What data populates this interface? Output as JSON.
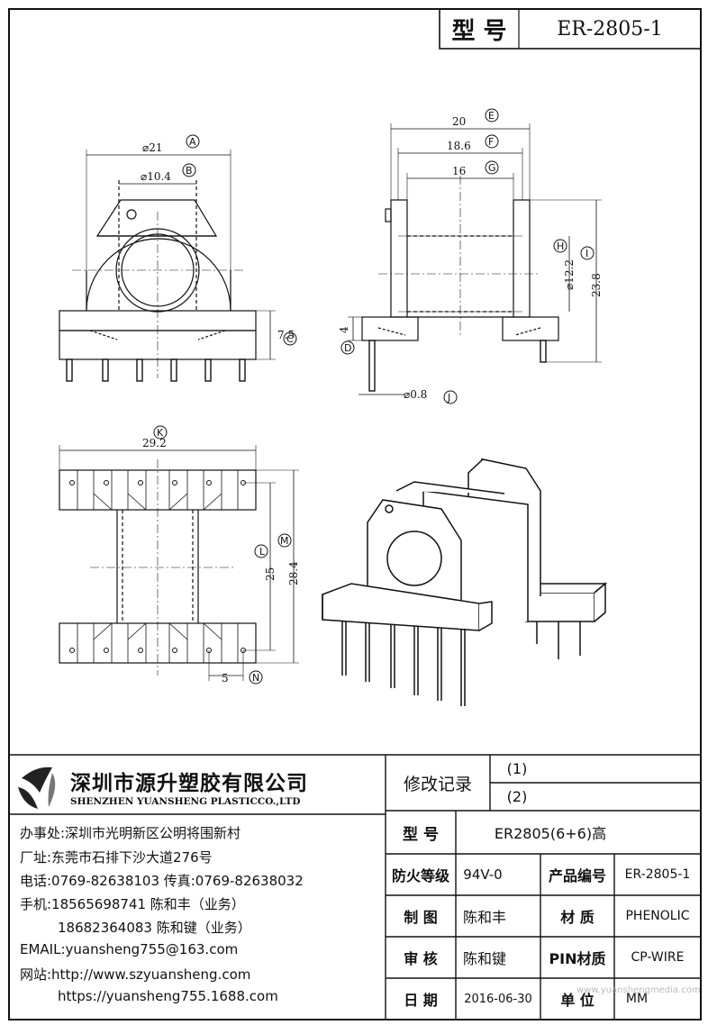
{
  "header": {
    "type_label": "型 号",
    "model": "ER-2805-1"
  },
  "dimensions": {
    "d21": "⌀21",
    "d10_4": "⌀10.4",
    "h7_5": "7.5",
    "w20": "20",
    "w18_6": "18.6",
    "w16": "16",
    "d12_2": "⌀12.2",
    "h23_8": "23.8",
    "h4": "4",
    "pin0_8": "⌀0.8",
    "w29_2": "29.2",
    "h25": "25",
    "h28_4": "28.4",
    "p5": "5"
  },
  "markers": [
    "A",
    "B",
    "C",
    "D",
    "E",
    "F",
    "G",
    "H",
    "I",
    "J",
    "K",
    "L",
    "M",
    "N"
  ],
  "company": {
    "name_cn": "深圳市源升塑胶有限公司",
    "name_en": "SHENZHEN YUANSHENG PLASTICCO.,LTD",
    "office": "办事处:深圳市光明新区公明将围新村",
    "factory": "厂址:东莞市石排下沙大道276号",
    "phone": "电话:0769-82638103 传真:0769-82638032",
    "mobile1": "手机:18565698741 陈和丰（业务）",
    "mobile2": "18682364083 陈和键（业务）",
    "email": "EMAIL:yuansheng755@163.com",
    "site": "网站:http://www.szyuansheng.com",
    "site2": "https://yuansheng755.1688.com"
  },
  "revision": {
    "label": "修改记录",
    "r1": "(1)",
    "r2": "(2)"
  },
  "spec": {
    "model_label": "型 号",
    "model_value": "ER2805(6+6)高",
    "fire_label": "防火等级",
    "fire_value": "94V-0",
    "code_label": "产品编号",
    "code_value": "ER-2805-1",
    "draw_label": "制 图",
    "draw_value": "陈和丰",
    "mat_label": "材 质",
    "mat_value": "PHENOLIC",
    "check_label": "审 核",
    "check_value": "陈和键",
    "pin_label": "PIN材质",
    "pin_value": "CP-WIRE",
    "date_label": "日 期",
    "date_value": "2016-06-30",
    "unit_label": "单 位",
    "unit_value": "MM"
  },
  "watermark": "www.yuanshengmedia.com"
}
